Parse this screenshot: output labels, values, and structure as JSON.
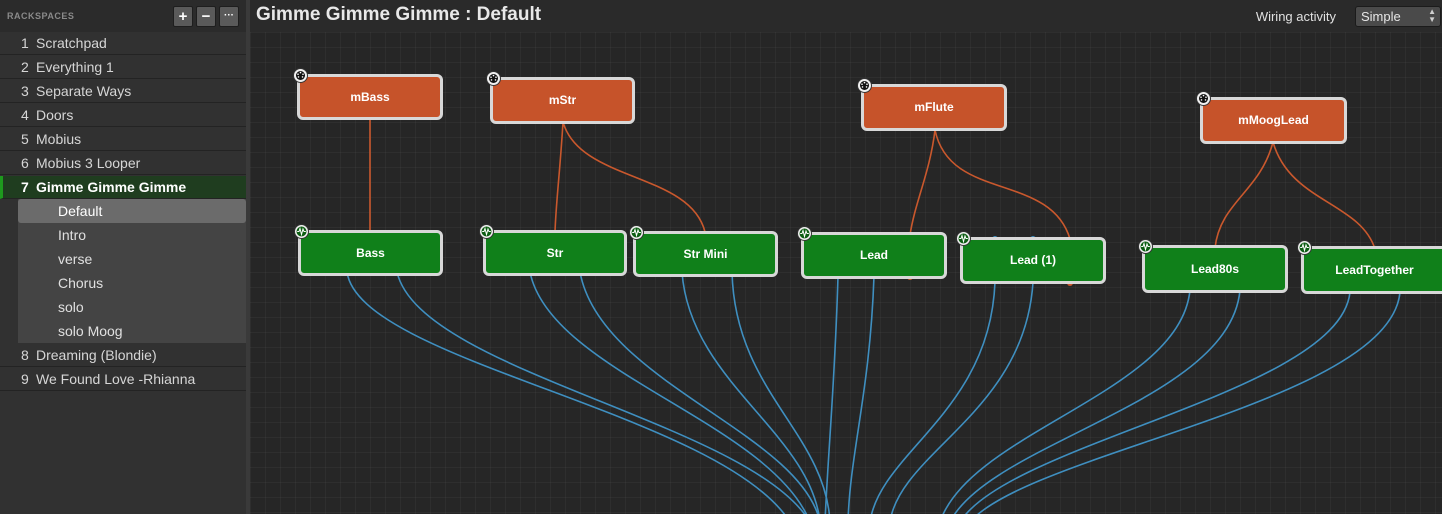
{
  "sidebar": {
    "title": "RACKSPACES",
    "buttons": {
      "add": "+",
      "remove": "−",
      "more": "···"
    },
    "rackspaces": [
      {
        "num": "1",
        "label": "Scratchpad"
      },
      {
        "num": "2",
        "label": "Everything 1"
      },
      {
        "num": "3",
        "label": "Separate Ways"
      },
      {
        "num": "4",
        "label": "Doors"
      },
      {
        "num": "5",
        "label": "Mobius"
      },
      {
        "num": "6",
        "label": "Mobius 3 Looper"
      },
      {
        "num": "7",
        "label": "Gimme Gimme Gimme"
      },
      {
        "num": "8",
        "label": "Dreaming (Blondie)"
      },
      {
        "num": "9",
        "label": "We Found Love -Rhianna"
      }
    ],
    "variations": [
      "Default",
      "Intro",
      "verse",
      "Chorus",
      "solo",
      "solo Moog"
    ]
  },
  "header": {
    "title": "Gimme Gimme Gimme : Default",
    "wiring_label": "Wiring activity",
    "wiring_value": "Simple"
  },
  "nodes": {
    "mBass": "mBass",
    "mStr": "mStr",
    "mFlute": "mFlute",
    "mMoogLead": "mMoogLead",
    "Bass": "Bass",
    "Str": "Str",
    "StrMini": "Str Mini",
    "Lead": "Lead",
    "Lead1": "Lead (1)",
    "Lead80s": "Lead80s",
    "LeadTogether": "LeadTogether"
  },
  "colors": {
    "midi_node": "#c6532a",
    "plugin_node": "#10801a",
    "midi_wire": "#c9582d",
    "audio_wire": "#3f8fc0",
    "active_rackspace": "#1e9a1e"
  },
  "icons": {
    "midi_node_icon": "midi-port-icon",
    "plugin_node_icon": "audio-waveform-icon"
  }
}
